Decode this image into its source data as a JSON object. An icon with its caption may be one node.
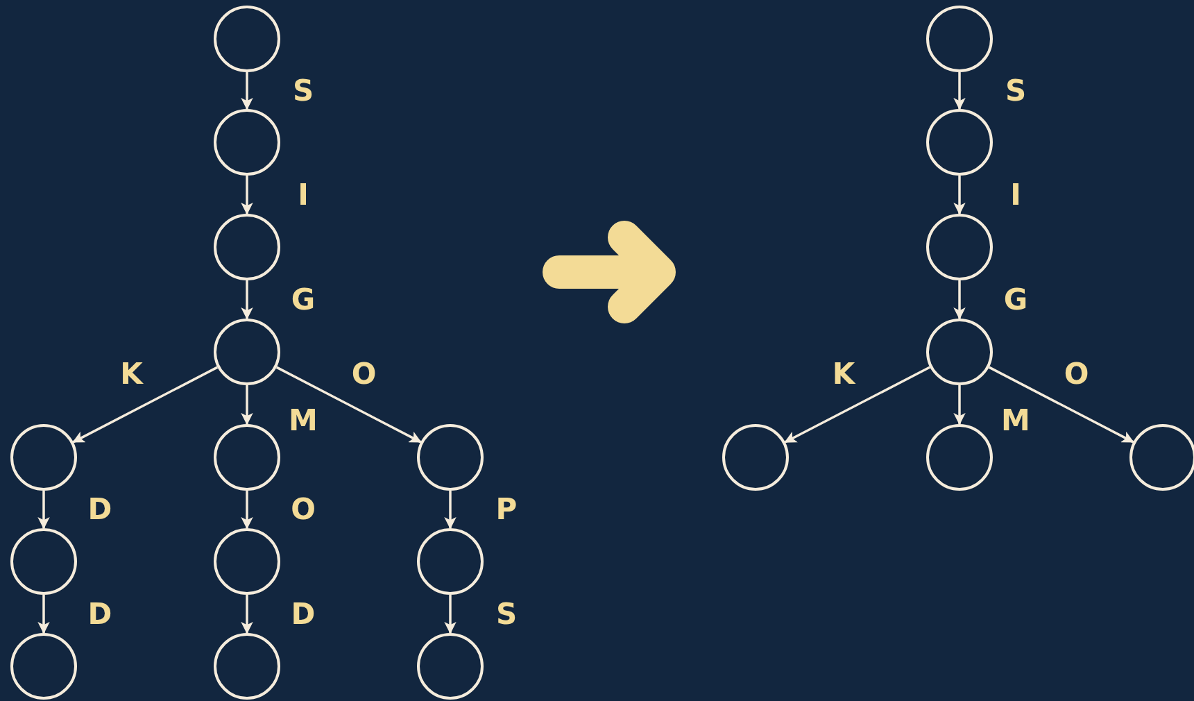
{
  "diagram": {
    "nodes": [
      {
        "text": [],
        "shape": "circle"
      },
      {
        "text": [],
        "shape": "circle"
      },
      {
        "text": [],
        "shape": "circle"
      },
      {
        "text": [],
        "shape": "circle"
      },
      {
        "text": [],
        "shape": "circle"
      },
      {
        "text": [],
        "shape": "circle"
      },
      {
        "text": [],
        "shape": "circle"
      },
      {
        "text": [],
        "shape": "circle"
      },
      {
        "text": [],
        "shape": "circle"
      },
      {
        "text": [],
        "shape": "circle"
      },
      {
        "text": [],
        "shape": "circle"
      },
      {
        "text": [],
        "shape": "circle"
      },
      {
        "text": [],
        "shape": "circle"
      },
      {
        "text": [],
        "shape": "circle"
      },
      {
        "text": [],
        "shape": "circle"
      },
      {
        "text": [],
        "shape": "circle"
      },
      {
        "text": [],
        "shape": "circle"
      },
      {
        "text": [],
        "shape": "circle"
      },
      {
        "text": [],
        "shape": "circle"
      },
      {
        "text": [],
        "shape": "circle"
      }
    ],
    "edges": [
      {
        "from": 0,
        "to": 1,
        "arrow": "to",
        "label": "S"
      },
      {
        "from": 1,
        "to": 2,
        "arrow": "to",
        "label": "I"
      },
      {
        "from": 2,
        "to": 3,
        "arrow": "to",
        "label": "G"
      },
      {
        "from": 3,
        "to": 4,
        "arrow": "to",
        "label": "K"
      },
      {
        "from": 3,
        "to": 5,
        "arrow": "to",
        "label": "M"
      },
      {
        "from": 3,
        "to": 6,
        "arrow": "to",
        "label": "O"
      },
      {
        "from": 4,
        "to": 7,
        "arrow": "to",
        "label": "D"
      },
      {
        "from": 7,
        "to": 8,
        "arrow": "to",
        "label": "D"
      },
      {
        "from": 5,
        "to": 9,
        "arrow": "to",
        "label": "O"
      },
      {
        "from": 9,
        "to": 10,
        "arrow": "to",
        "label": "D"
      },
      {
        "from": 6,
        "to": 11,
        "arrow": "to",
        "label": "P"
      },
      {
        "from": 11,
        "to": 12,
        "arrow": "to",
        "label": "S"
      },
      {
        "from": 13,
        "to": 14,
        "arrow": "to",
        "label": "S"
      },
      {
        "from": 14,
        "to": 15,
        "arrow": "to",
        "label": "I"
      },
      {
        "from": 15,
        "to": 16,
        "arrow": "to",
        "label": "G"
      },
      {
        "from": 16,
        "to": 17,
        "arrow": "to",
        "label": "K"
      },
      {
        "from": 16,
        "to": 18,
        "arrow": "to",
        "label": "M"
      },
      {
        "from": 16,
        "to": 19,
        "arrow": "to",
        "label": "O"
      }
    ]
  }
}
